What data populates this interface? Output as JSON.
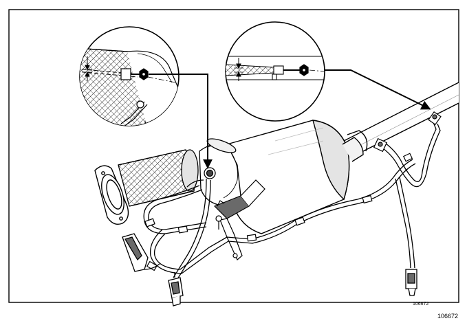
{
  "figure": {
    "reference_inner": "106672",
    "reference_outer": "106672",
    "colors": {
      "line": "#000000",
      "body_shade": "#e4e4e4",
      "dark_shade": "#6a6a6a",
      "background": "#ffffff"
    },
    "parts": [
      "frame",
      "detail-circle-left",
      "detail-circle-right",
      "exhaust-pipe",
      "flex-pipe",
      "inlet-flange",
      "particulate-filter",
      "sensor-pipe-left",
      "sensor-pipe-right",
      "connector-left",
      "connector-right"
    ]
  }
}
